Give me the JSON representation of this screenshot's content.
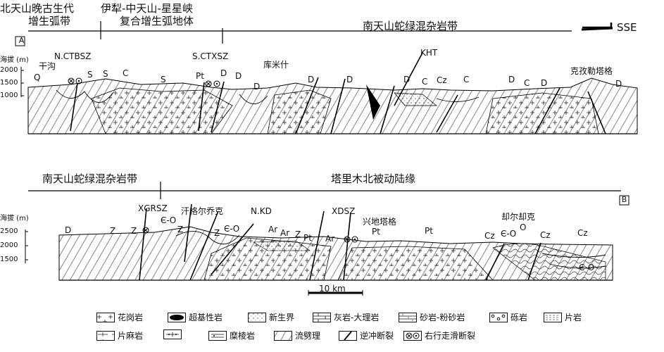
{
  "sectionA": {
    "headers": [
      "北天山晚古生代",
      "增生弧带",
      "伊犁-中天山-星星峡",
      "复合增生弧地体",
      "南天山蛇绿混杂岩带"
    ],
    "box_label": "A",
    "direction": "SSE",
    "axis_title": "海拔 (m)",
    "axis_ticks": [
      "2000",
      "1500",
      "1000"
    ],
    "faults": [
      "N.CTBSZ",
      "S.CTXSZ",
      "KHT"
    ],
    "places": [
      "干沟",
      "库米什",
      "克孜勒塔格"
    ],
    "units": [
      "Q",
      "S",
      "S",
      "C",
      "S",
      "Pt",
      "D",
      "D",
      "D",
      "D",
      "D",
      "D",
      "C",
      "Cz",
      "C",
      "D",
      "C",
      "D",
      "D"
    ]
  },
  "sectionB": {
    "headers": [
      "南天山蛇绿混杂岩带",
      "塔里木北被动陆缘"
    ],
    "box_label": "B",
    "axis_title": "海拔 (m)",
    "axis_ticks": [
      "2500",
      "2000",
      "1500"
    ],
    "faults": [
      "XGRSZ",
      "N.KD",
      "XDSZ"
    ],
    "places": [
      "汗格尔乔克",
      "兴地塔格",
      "却尔却克"
    ],
    "units": [
      "D",
      "Z",
      "Z",
      "Є-O",
      "Z",
      "Z",
      "Є-O",
      "Ar",
      "Ar",
      "Z",
      "Pt",
      "Ar",
      "Pt",
      "Pt",
      "Cz",
      "Є-O",
      "O",
      "Cz",
      "Cz",
      "Є-O"
    ]
  },
  "scale_bar": "10 km",
  "legend": [
    {
      "icon": "granite-pattern",
      "label": "花岗岩"
    },
    {
      "icon": "ultramafic-pattern",
      "label": "超基性岩"
    },
    {
      "icon": "cenozoic-pattern",
      "label": "新生界"
    },
    {
      "icon": "limestone-pattern",
      "label": "灰岩-大理岩"
    },
    {
      "icon": "sandstone-pattern",
      "label": "砂岩-粉砂岩"
    },
    {
      "icon": "conglomerate-pattern",
      "label": "砾岩"
    },
    {
      "icon": "schist-pattern",
      "label": "片岩"
    },
    {
      "icon": "gneiss-pattern",
      "label": "片麻岩"
    },
    {
      "icon": "mylonite-pattern",
      "label": "糜棱岩"
    },
    {
      "icon": "flow-cleavage-pattern",
      "label": "流劈理"
    },
    {
      "icon": "thrust-fault-symbol",
      "label": "逆冲断裂"
    },
    {
      "icon": "dextral-strike-slip-symbol",
      "label": "右行走滑断裂"
    }
  ]
}
